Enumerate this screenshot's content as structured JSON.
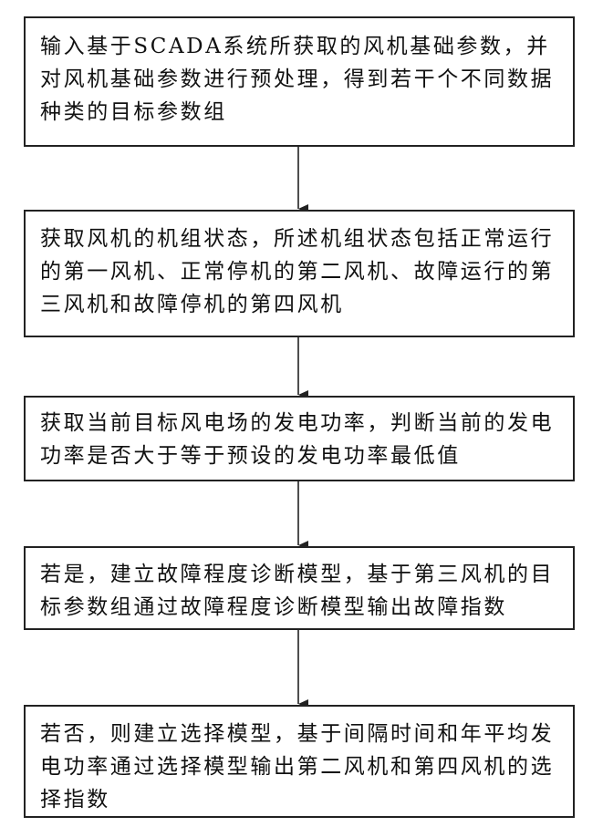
{
  "steps": [
    {
      "text": "输入基于SCADA系统所获取的风机基础参数，并对风机基础参数进行预处理，得到若干个不同数据种类的目标参数组"
    },
    {
      "text": "获取风机的机组状态，所述机组状态包括正常运行的第一风机、正常停机的第二风机、故障运行的第三风机和故障停机的第四风机"
    },
    {
      "text": "获取当前目标风电场的发电功率，判断当前的发电功率是否大于等于预设的发电功率最低值"
    },
    {
      "text": "若是，建立故障程度诊断模型，基于第三风机的目标参数组通过故障程度诊断模型输出故障指数"
    },
    {
      "text": "若否，则建立选择模型，基于间隔时间和年平均发电功率通过选择模型输出第二风机和第四风机的选择指数"
    }
  ]
}
